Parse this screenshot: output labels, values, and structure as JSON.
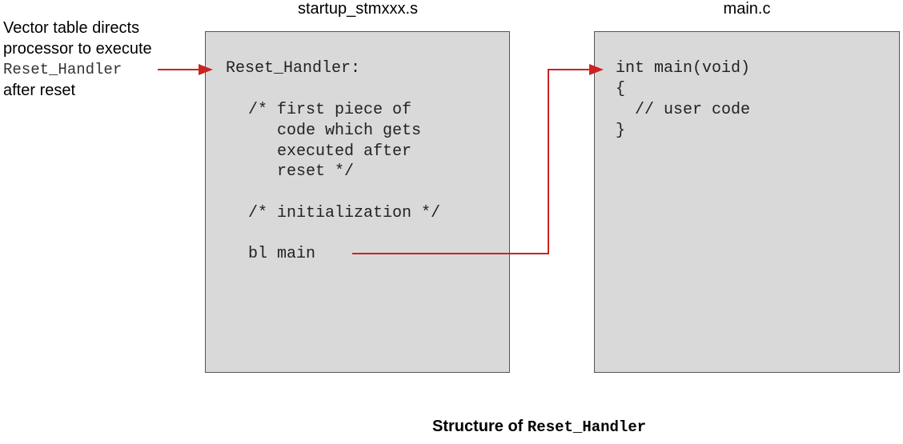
{
  "note": {
    "line1": "Vector table directs",
    "line2": "processor to execute",
    "line3": "Reset_Handler",
    "line4": "after reset"
  },
  "startup_file": {
    "title": "startup_stmxxx.s",
    "lines": [
      "Reset_Handler:",
      "/* first piece of",
      "   code which gets",
      "   executed after",
      "   reset */",
      "/* initialization */",
      "bl main"
    ]
  },
  "main_file": {
    "title": "main.c",
    "lines": [
      "int main(void)",
      "{",
      "  // user code",
      "}"
    ]
  },
  "caption": {
    "prefix": "Structure of ",
    "code": "Reset_Handler"
  },
  "colors": {
    "arrow": "#cc2222",
    "box_fill": "#d9d9d9"
  }
}
